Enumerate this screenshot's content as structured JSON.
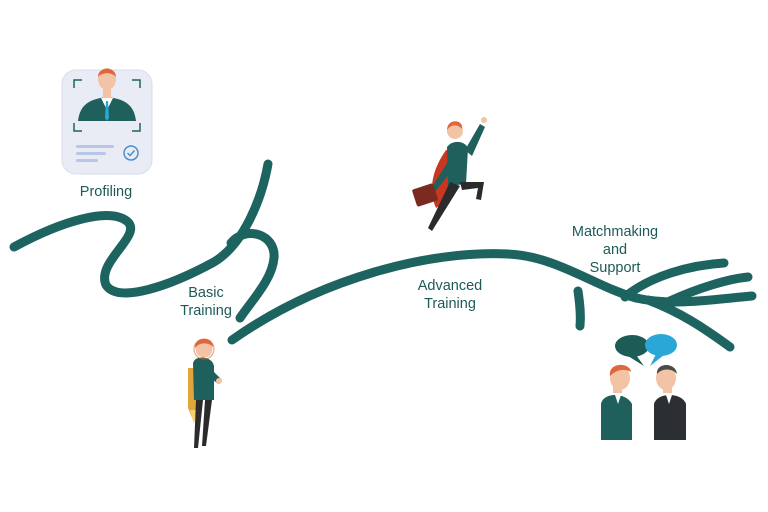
{
  "stages": [
    {
      "key": "profiling",
      "label": "Profiling"
    },
    {
      "key": "basic",
      "label": "Basic\nTraining"
    },
    {
      "key": "advanced",
      "label": "Advanced\nTraining"
    },
    {
      "key": "match",
      "label": "Matchmaking\nand\nSupport"
    }
  ],
  "colors": {
    "path": "#1d6461",
    "suit": "#1f5f5c",
    "hair": "#e0673c",
    "skin": "#f2c3a4",
    "card": "#e9ecf5",
    "card_accent": "#b8c6e8",
    "bubble_dark": "#1d5b57",
    "bubble_light": "#2aa7d6",
    "cape": "#c8371f",
    "briefcase": "#7a2a1e",
    "jetpack": "#e0a63a",
    "label_text": "#1d5b57"
  },
  "icons": [
    "profile-card-icon",
    "check-circle-icon",
    "jetpack-person-icon",
    "flying-businessman-icon",
    "conversation-icon",
    "speech-bubble-icon"
  ]
}
